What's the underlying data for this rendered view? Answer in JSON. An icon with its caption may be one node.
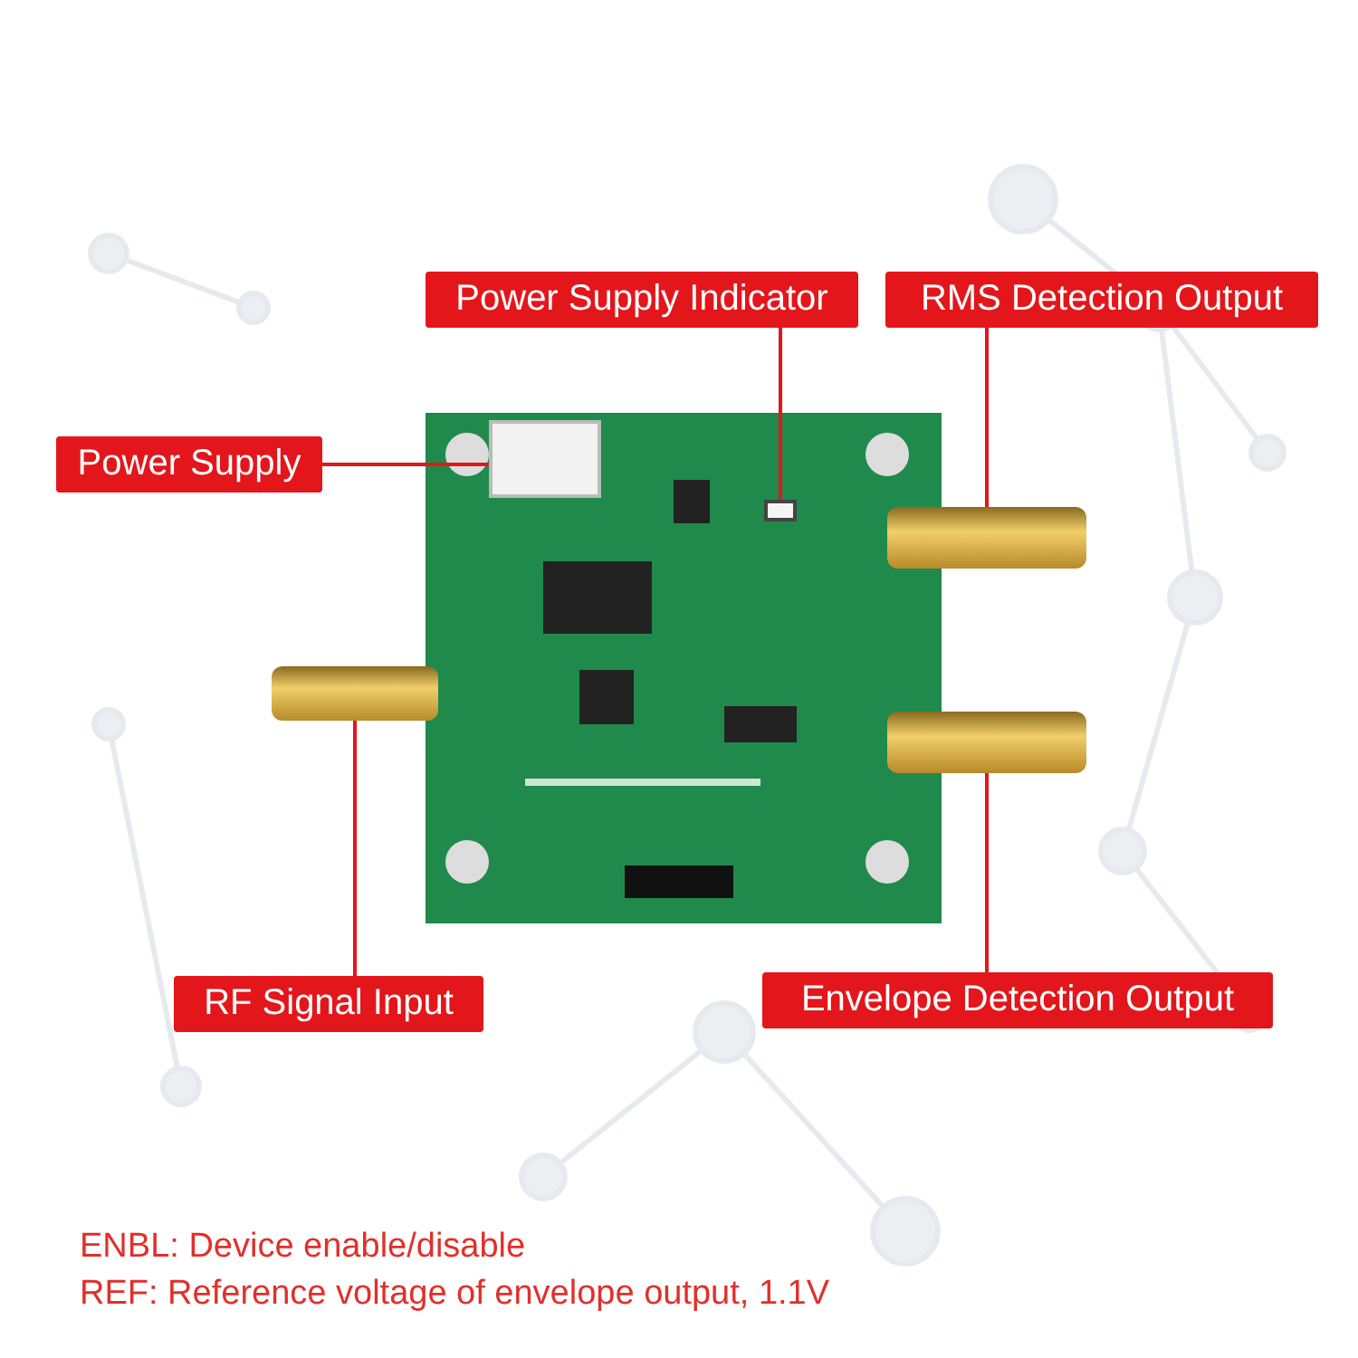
{
  "diagram": {
    "nodes": [
      {
        "text": [
          "Power Supply Indicator"
        ]
      },
      {
        "text": [
          "RMS Detection Output"
        ]
      },
      {
        "text": [
          "Power Supply"
        ]
      },
      {
        "text": [
          "RF Signal Input"
        ]
      },
      {
        "text": [
          "Envelope Detection Output"
        ]
      },
      {
        "text": [],
        "shape": "box"
      },
      {
        "text": [],
        "shape": "box"
      },
      {
        "text": [],
        "shape": "cylinder"
      },
      {
        "text": [],
        "shape": "cylinder"
      },
      {
        "text": [],
        "shape": "cylinder"
      }
    ],
    "edges": [
      {
        "from": 0,
        "to": 6,
        "arrow": "none"
      },
      {
        "from": 1,
        "to": 7,
        "arrow": "none"
      },
      {
        "from": 2,
        "to": 5,
        "arrow": "none"
      },
      {
        "from": 3,
        "to": 9,
        "arrow": "none"
      },
      {
        "from": 4,
        "to": 8,
        "arrow": "none"
      }
    ],
    "labels": [
      "ENBL: Device enable/disable",
      "REF: Reference voltage of envelope output, 1.1V"
    ]
  }
}
